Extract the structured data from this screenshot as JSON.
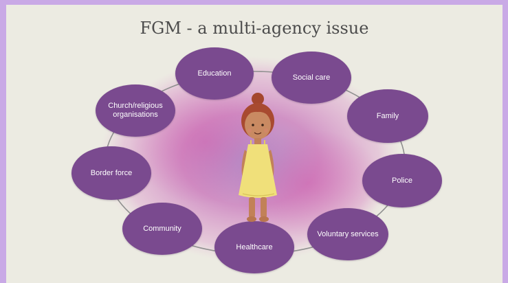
{
  "title": "FGM - a multi-agency issue",
  "nodes": [
    {
      "label": "Education"
    },
    {
      "label": "Social care"
    },
    {
      "label": "Church/religious organisations"
    },
    {
      "label": "Family"
    },
    {
      "label": "Border force"
    },
    {
      "label": "Police"
    },
    {
      "label": "Community"
    },
    {
      "label": "Voluntary services"
    },
    {
      "label": "Healthcare"
    }
  ],
  "colors": {
    "node_fill": "#7a4a8f",
    "frame": "#c9a9e6",
    "background": "#ecebe2",
    "wash": "#c46bb8"
  },
  "center_image": "girl-illustration"
}
